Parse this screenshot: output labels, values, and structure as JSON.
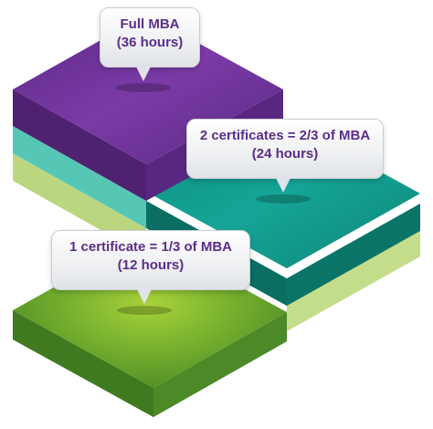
{
  "callouts": {
    "full": {
      "line1": "Full MBA",
      "line2": "(36 hours)"
    },
    "two": {
      "line1": "2 certificates = 2/3 of MBA",
      "line2": "(24 hours)"
    },
    "one": {
      "line1": "1 certificate = 1/3 of MBA",
      "line2": "(12 hours)"
    }
  },
  "colors": {
    "purple": "#6a2e93",
    "teal": "#0f9688",
    "green": "#5f9c2c",
    "label_text": "#5b2d8a"
  }
}
